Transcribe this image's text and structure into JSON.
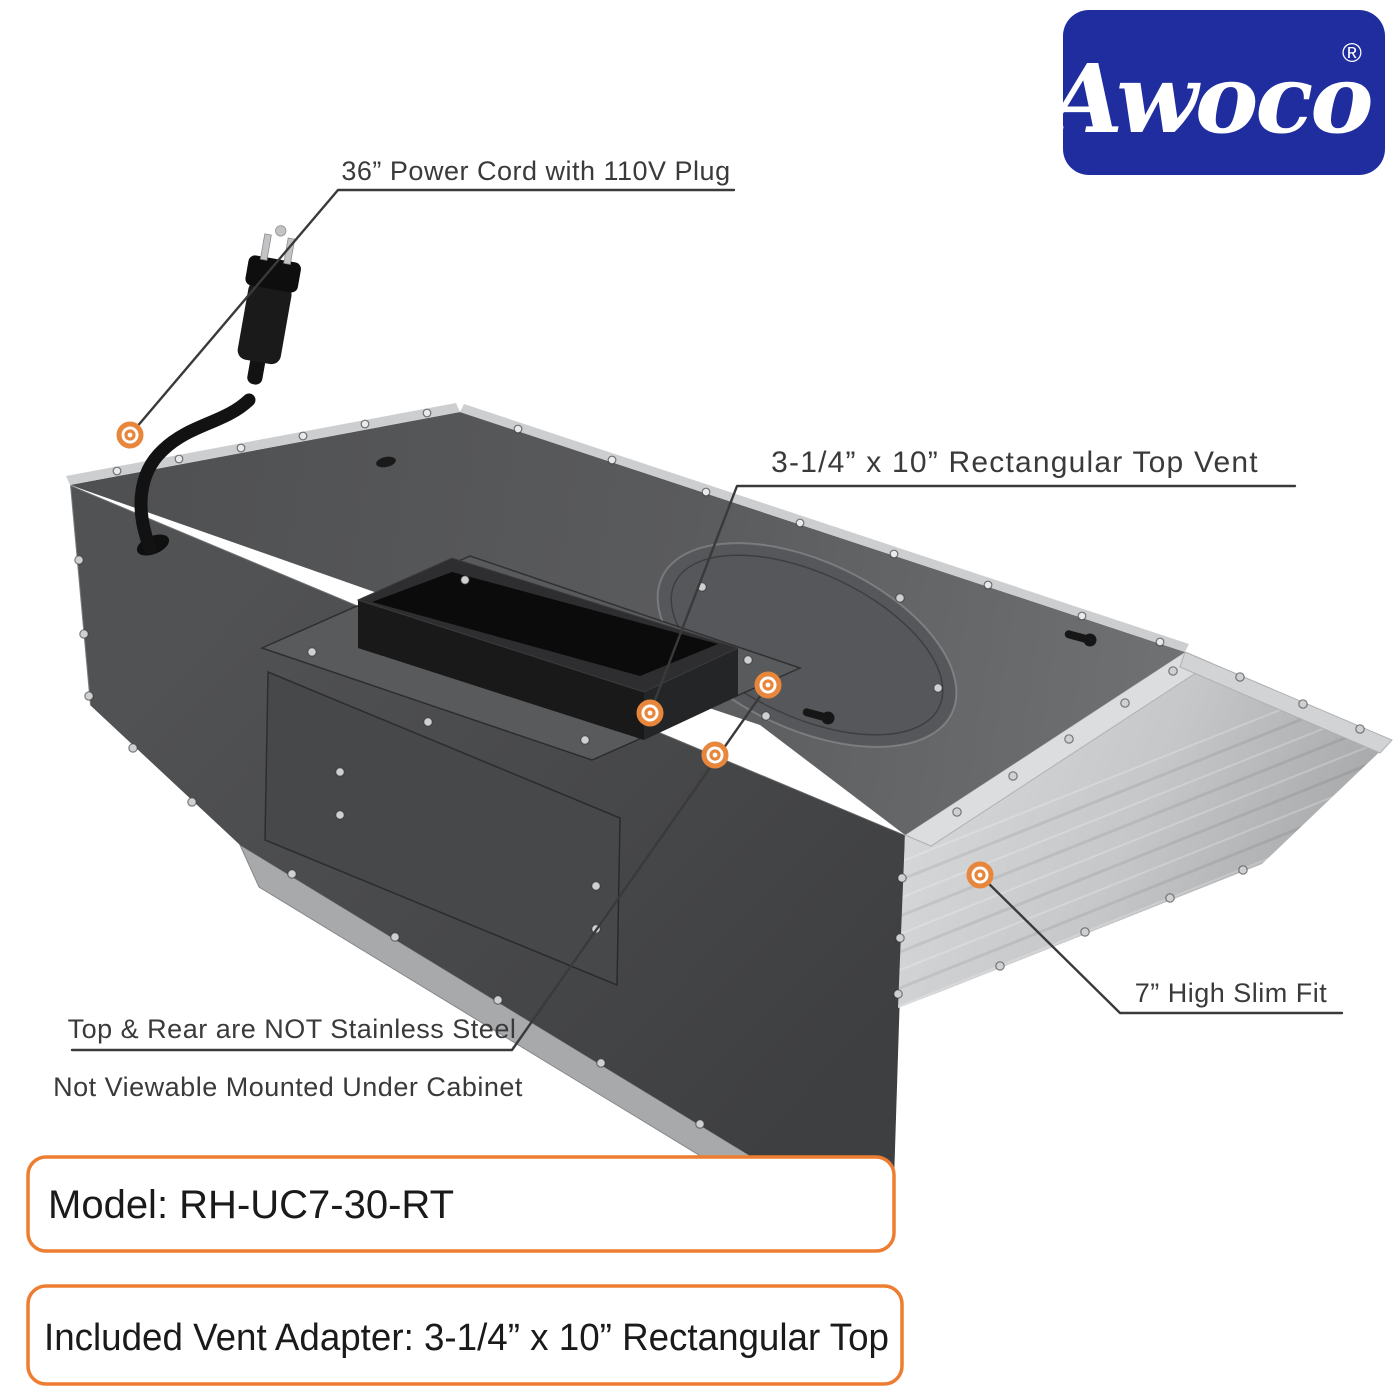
{
  "brand": {
    "name": "Awoco",
    "registered_mark": "®"
  },
  "callouts": {
    "power_cord": {
      "label": "36” Power Cord with 110V Plug"
    },
    "top_vent": {
      "label": "3-1/4” x 10” Rectangular Top Vent"
    },
    "not_stainless": {
      "label": "Top & Rear are NOT Stainless Steel",
      "sublabel": "Not Viewable Mounted Under Cabinet"
    },
    "slim_fit": {
      "label": "7” High Slim Fit"
    }
  },
  "info_boxes": {
    "model": "Model: RH-UC7-30-RT",
    "vent_adapter": "Included Vent Adapter: 3-1/4” x 10” Rectangular Top"
  },
  "colors": {
    "accent_orange": "#ED7D31",
    "marker_orange": "#E8873C",
    "logo_blue": "#1F2D9E",
    "label_text": "#3A3A3A",
    "steel_light": "#D6D7D9",
    "panel_dark": "#4B4C4E"
  }
}
